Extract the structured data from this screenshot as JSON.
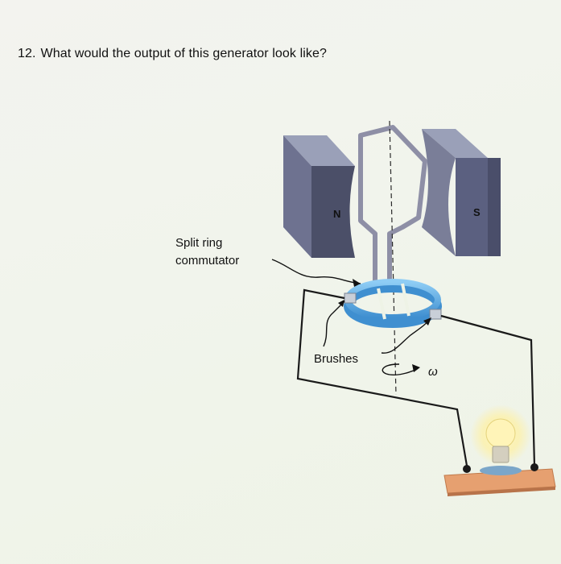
{
  "question": {
    "number": "12.",
    "text": "What would the output of this generator look like?"
  },
  "diagram": {
    "labels": {
      "north_pole": "N",
      "south_pole": "S",
      "split_ring_line1": "Split ring",
      "split_ring_line2": "commutator",
      "brushes": "Brushes",
      "omega": "ω"
    },
    "colors": {
      "magnet_front": "#4b4f68",
      "magnet_side": "#7a7e98",
      "magnet_top": "#9aa0b8",
      "coil": "#8e8fa6",
      "commutator": "#5aa7e0",
      "wire": "#1a1a1a",
      "base": "#e6a070",
      "bulb_glow": "#fff2a0"
    },
    "icons": [
      "light-bulb-icon"
    ]
  }
}
